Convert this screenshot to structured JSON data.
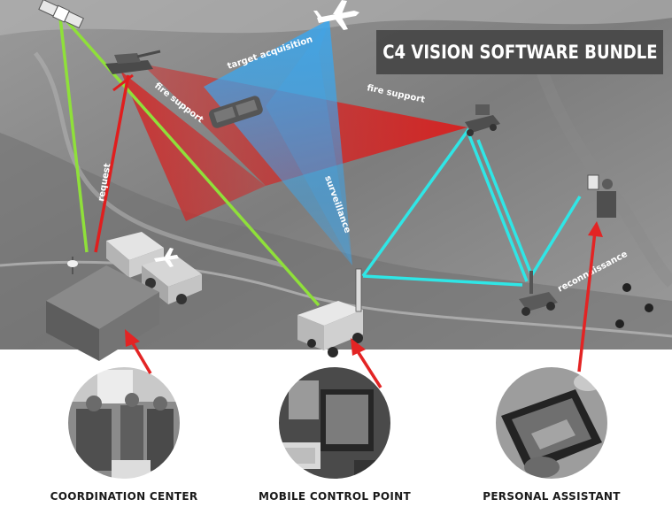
{
  "banner": {
    "title": "C4 VISION SOFTWARE BUNDLE"
  },
  "labels": {
    "target_acquisition": "target acquisition",
    "fire_support_left": "fire support",
    "fire_support_right": "fire support",
    "request": "request",
    "surveillance": "surveillance",
    "reconnaissance": "reconnaissance"
  },
  "captions": {
    "coordination_center": "COORDINATION CENTER",
    "mobile_control_point": "MOBILE CONTROL POINT",
    "personal_assistant": "PERSONAL ASSISTANT"
  },
  "colors": {
    "green_link": "#8fe03a",
    "red_link": "#e01e1e",
    "cyan_link": "#2fe6e6",
    "red_cone": "#d8201f",
    "blue_cone": "#3aa6ee",
    "arrow": "#e32424",
    "banner_bg": "#474747"
  },
  "icons": [
    "satellite-icon",
    "drone-icon",
    "tank-icon",
    "helicopter-icon",
    "robot-unit-icon",
    "operator-icon",
    "truck-icon",
    "command-tent-icon",
    "mobile-robot-icon"
  ]
}
